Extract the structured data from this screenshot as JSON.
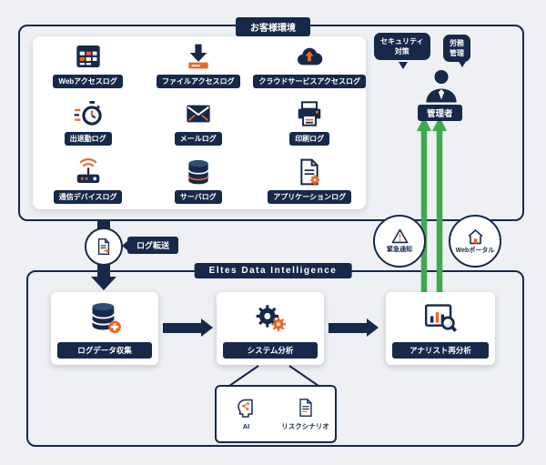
{
  "colors": {
    "navy": "#16294a",
    "orange": "#e8682a",
    "green": "#3fa94e",
    "background": "#eef0f3"
  },
  "customer_env": {
    "title": "お客様環境",
    "logs": [
      {
        "label": "Webアクセスログ",
        "icon": "web-access-log-icon"
      },
      {
        "label": "ファイルアクセスログ",
        "icon": "file-access-log-icon"
      },
      {
        "label": "クラウドサービスアクセスログ",
        "icon": "cloud-service-access-log-icon"
      },
      {
        "label": "出退勤ログ",
        "icon": "attendance-log-icon"
      },
      {
        "label": "メールログ",
        "icon": "mail-log-icon"
      },
      {
        "label": "印刷ログ",
        "icon": "print-log-icon"
      },
      {
        "label": "通信デバイスログ",
        "icon": "device-log-icon"
      },
      {
        "label": "サーバログ",
        "icon": "server-log-icon"
      },
      {
        "label": "アプリケーションログ",
        "icon": "application-log-icon"
      }
    ]
  },
  "admin": {
    "bubbles": [
      {
        "label": "セキュリティ\n対策"
      },
      {
        "label": "労務\n管理"
      }
    ],
    "label": "管理者",
    "icon": "administrator-icon"
  },
  "transfer": {
    "label": "ログ転送",
    "icon": "log-transfer-icon"
  },
  "channels": [
    {
      "label": "緊急通知",
      "icon": "alert-icon"
    },
    {
      "label": "Webポータル",
      "icon": "home-icon"
    }
  ],
  "edi": {
    "title": "Eltes Data Intelligence",
    "steps": [
      {
        "label": "ログデータ収集",
        "icon": "database-plus-icon"
      },
      {
        "label": "システム分析",
        "icon": "gears-icon"
      },
      {
        "label": "アナリスト再分析",
        "icon": "chart-search-icon"
      }
    ],
    "subitems": [
      {
        "label": "AI",
        "icon": "ai-brain-icon"
      },
      {
        "label": "リスクシナリオ",
        "icon": "risk-scenario-icon"
      }
    ]
  }
}
